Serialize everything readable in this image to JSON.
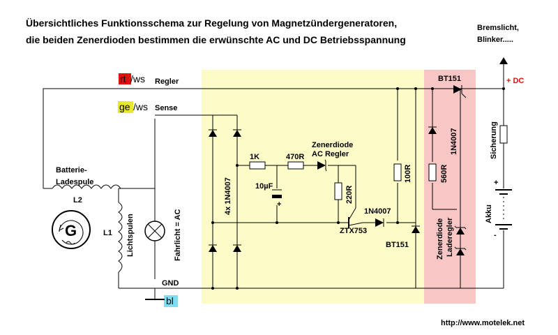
{
  "title": {
    "line1": "Übersichtliches Funktionsschema zur Regelung von Magnetzündergeneratoren,",
    "line2": "die beiden Zenerdioden bestimmen die erwünschte AC und DC Betriebsspannung"
  },
  "top_right": {
    "line1": "Bremslicht,",
    "line2": "Blinker....."
  },
  "wires": {
    "rt_code": "rt",
    "ws_code": "/ws",
    "regler_label": "Regler",
    "ge_code": "ge",
    "ge_ws_code": "/ws",
    "sense_label": "Sense",
    "bl_code": "bl",
    "gnd_label": "GND"
  },
  "colors": {
    "yellow_zone": "#fdfbc8",
    "pink_zone": "#f9c6c6",
    "rt_tag": "#e01010",
    "ge_tag": "#e8e830",
    "bl_tag": "#80dcf0",
    "dc_text": "#e01010"
  },
  "labels": {
    "batterie_line1": "Batterie-",
    "batterie_line2": "Ladespule",
    "l2": "L2",
    "generator": "G",
    "l1": "L1",
    "lichtspulen": "Lichtspulen",
    "fahrlicht": "Fahrlicht = AC",
    "bridge_diodes": "4x 1N4007",
    "r_1k": "1K",
    "r_470": "470R",
    "zener_ac_line1": "Zenerdiode",
    "zener_ac_line2": "AC Regler",
    "cap": "10µF",
    "cap_plus": "+",
    "r_220": "220R",
    "d_1n4007_mid": "1N4007",
    "transistor": "ZTX753",
    "thyristor_low": "BT151",
    "r_100": "100R",
    "thyristor_top": "BT151",
    "d_1n4007_right": "1N4007",
    "r_560": "560R",
    "zener_lade_line1": "Zenerdiode",
    "zener_lade_line2": "Laderegler",
    "dc_plus": "+ DC",
    "fuse": "Sicherung",
    "battery": "Akku",
    "batt_plus": "+",
    "batt_minus": "-",
    "url": "http://www.motelek.net"
  }
}
